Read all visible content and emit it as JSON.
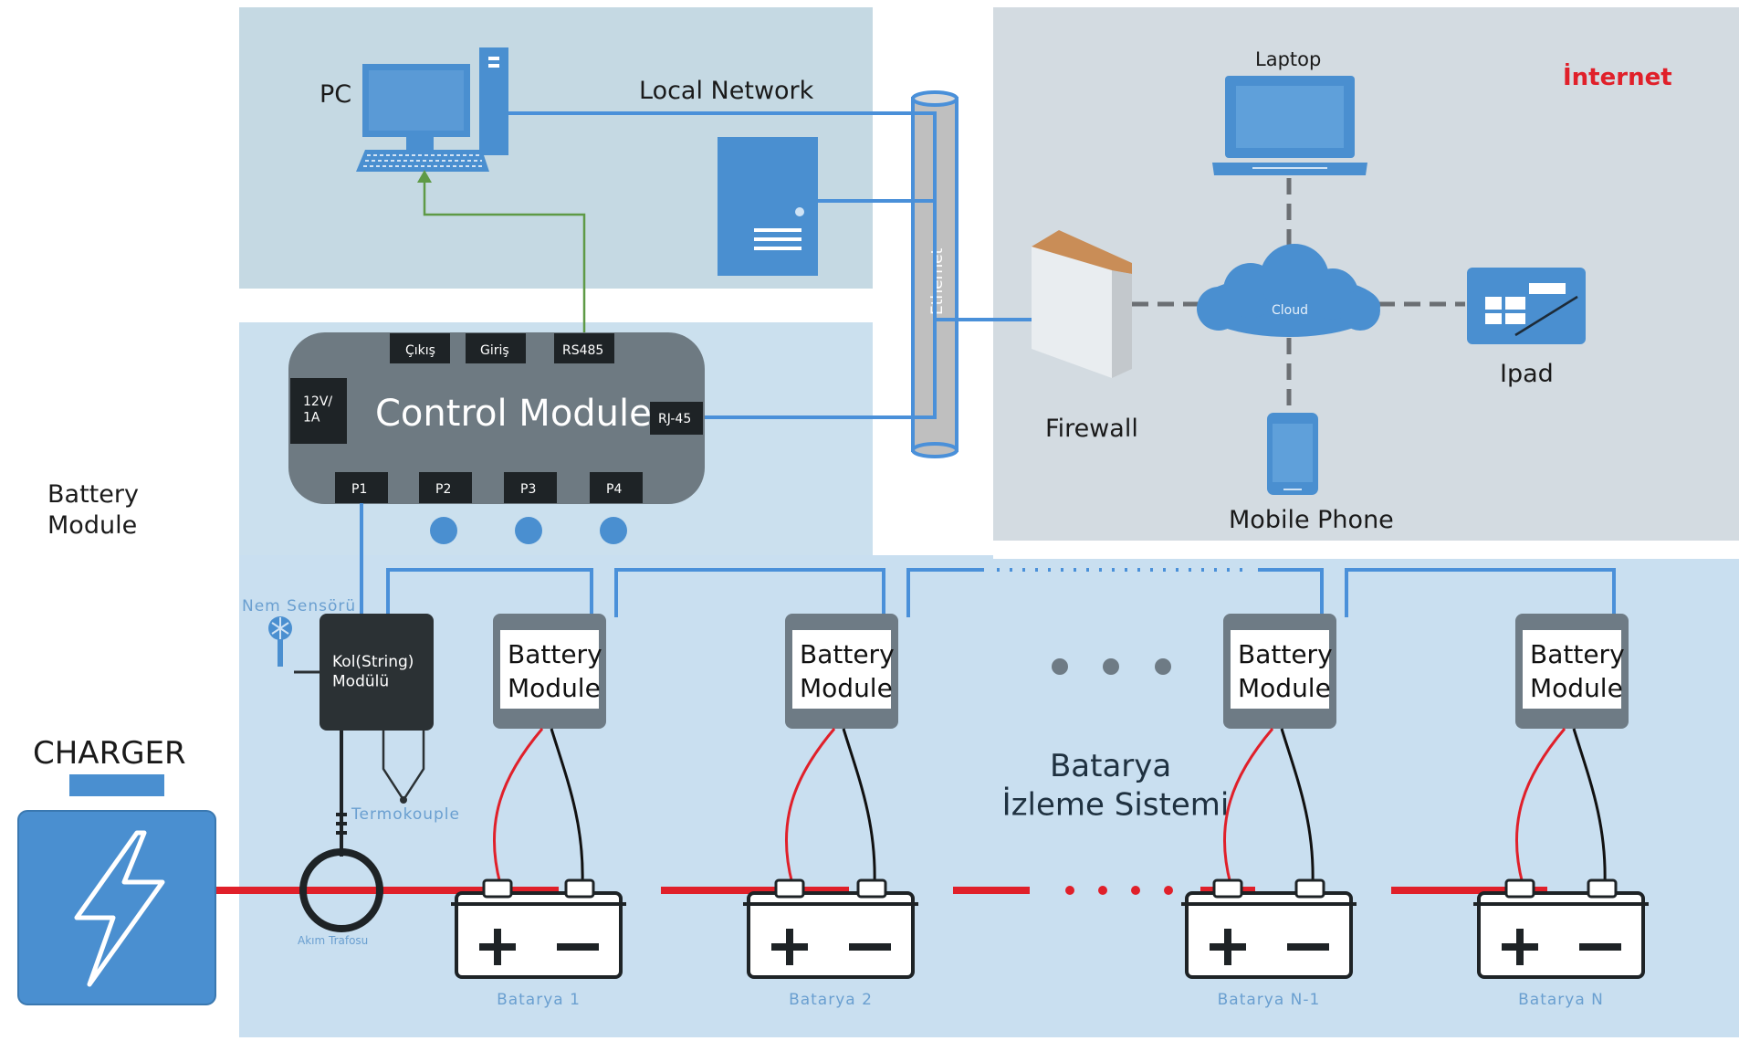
{
  "local_network": {
    "pc_label": "PC",
    "network_label": "Local Network",
    "ethernet_label": "Ethernet"
  },
  "internet": {
    "title": "İnternet",
    "laptop_label": "Laptop",
    "cloud_label": "Cloud",
    "ipad_label": "Ipad",
    "firewall_label": "Firewall",
    "mobile_label": "Mobile Phone"
  },
  "control_module": {
    "title": "Control Module",
    "power_label": "12V/\n1A",
    "top_ports": [
      "Çıkış",
      "Giriş",
      "RS485"
    ],
    "rj45_label": "RJ-45",
    "bottom_ports": [
      "P1",
      "P2",
      "P3",
      "P4"
    ]
  },
  "left_battery_module_label": "Battery\nModule",
  "humidity_sensor_label": "Nem Sensörü",
  "string_module_label": "Kol(String)\nModülü",
  "thermocouple_label": "Termokouple",
  "current_transformer_label": "Akım Trafosu",
  "charger_label": "CHARGER",
  "system_title": "Batarya\nİzleme Sistemi",
  "battery_modules": [
    {
      "label": "Battery\nModule"
    },
    {
      "label": "Battery\nModule"
    },
    {
      "label": "Battery\nModule"
    },
    {
      "label": "Battery\nModule"
    }
  ],
  "batteries": [
    {
      "label": "Batarya 1"
    },
    {
      "label": "Batarya 2"
    },
    {
      "label": "Batarya N-1"
    },
    {
      "label": "Batarya N"
    }
  ],
  "colors": {
    "panel_local": "#c5d9e3",
    "panel_control": "#cbe0ee",
    "panel_internet": "#d3dbe1",
    "panel_battery": "#c9dff0",
    "device_blue": "#4a8fd0",
    "wire_blue": "#4a90d9",
    "bus_red": "#e0202a",
    "module_dark": "#2b3134",
    "module_gray": "#6e7b85",
    "internet_red": "#e0202a"
  }
}
